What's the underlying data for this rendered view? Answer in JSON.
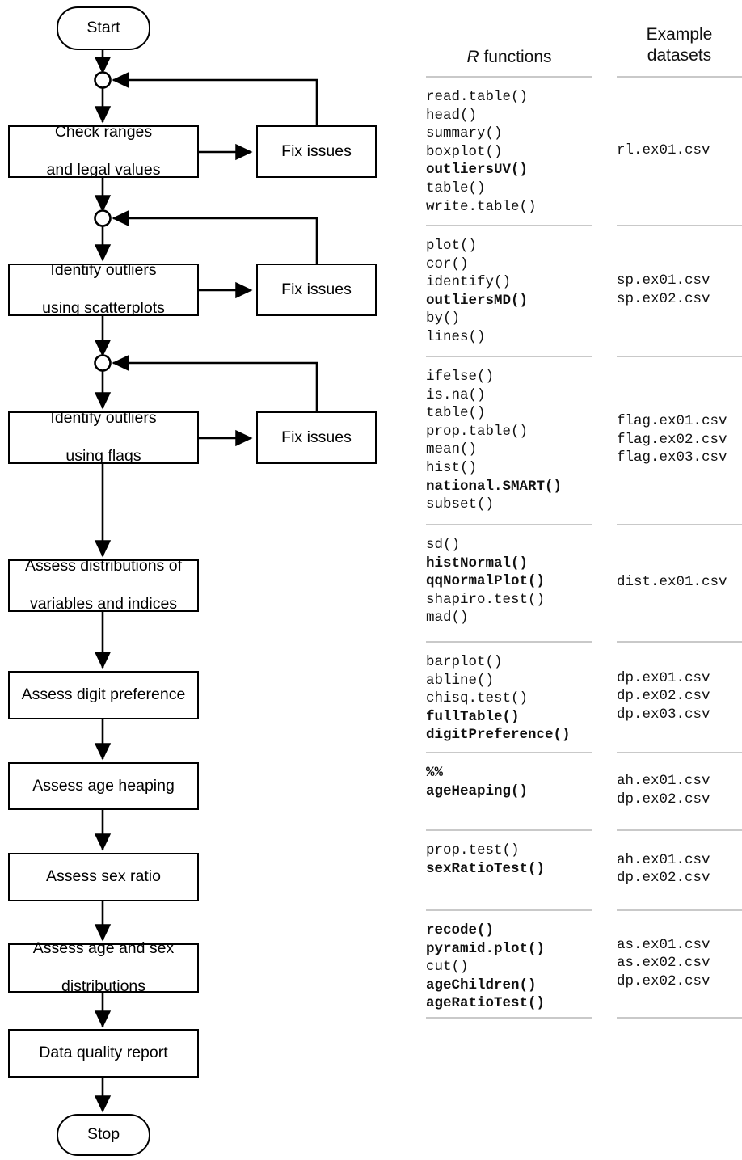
{
  "flowchart": {
    "nodes": [
      {
        "id": "start",
        "label": "Start",
        "shape": "terminator"
      },
      {
        "id": "check-ranges",
        "label": "Check ranges\nand legal values",
        "shape": "process"
      },
      {
        "id": "fix-issues-1",
        "label": "Fix issues",
        "shape": "process"
      },
      {
        "id": "identify-outliers-scatterplots",
        "label": "Identify outliers\nusing scatterplots",
        "shape": "process"
      },
      {
        "id": "fix-issues-2",
        "label": "Fix issues",
        "shape": "process"
      },
      {
        "id": "identify-outliers-flags",
        "label": "Identify outliers\nusing flags",
        "shape": "process"
      },
      {
        "id": "fix-issues-3",
        "label": "Fix issues",
        "shape": "process"
      },
      {
        "id": "assess-distributions",
        "label": "Assess distributions of\nvariables and indices",
        "shape": "process"
      },
      {
        "id": "assess-digit-preference",
        "label": "Assess digit preference",
        "shape": "process"
      },
      {
        "id": "assess-age-heaping",
        "label": "Assess age heaping",
        "shape": "process"
      },
      {
        "id": "assess-sex-ratio",
        "label": "Assess sex ratio",
        "shape": "process"
      },
      {
        "id": "assess-age-sex-distributions",
        "label": "Assess age and sex\ndistributions",
        "shape": "process"
      },
      {
        "id": "data-quality-report",
        "label": "Data quality report",
        "shape": "process"
      },
      {
        "id": "stop",
        "label": "Stop",
        "shape": "terminator"
      }
    ],
    "labels": {
      "start": "Start",
      "check_ranges_line1": "Check ranges",
      "check_ranges_line2": "and legal values",
      "fix_issues_1": "Fix issues",
      "outliers_scatter_line1": "Identify outliers",
      "outliers_scatter_line2": "using scatterplots",
      "fix_issues_2": "Fix issues",
      "outliers_flags_line1": "Identify outliers",
      "outliers_flags_line2": "using flags",
      "fix_issues_3": "Fix issues",
      "assess_distributions_line1": "Assess distributions of",
      "assess_distributions_line2": "variables and indices",
      "assess_digit_preference": "Assess digit preference",
      "assess_age_heaping": "Assess age heaping",
      "assess_sex_ratio": "Assess sex ratio",
      "assess_age_sex_line1": "Assess age and sex",
      "assess_age_sex_line2": "distributions",
      "data_quality_report": "Data quality report",
      "stop": "Stop"
    }
  },
  "table": {
    "headers": {
      "functions_italic": "R",
      "functions_rest": " functions",
      "datasets_line1": "Example",
      "datasets_line2": "datasets"
    },
    "rows": [
      {
        "functions": [
          {
            "text": "read.table()",
            "bold": false
          },
          {
            "text": "head()",
            "bold": false
          },
          {
            "text": "summary()",
            "bold": false
          },
          {
            "text": "boxplot()",
            "bold": false
          },
          {
            "text": "outliersUV()",
            "bold": true
          },
          {
            "text": "table()",
            "bold": false
          },
          {
            "text": "write.table()",
            "bold": false
          }
        ],
        "datasets": [
          "rl.ex01.csv"
        ]
      },
      {
        "functions": [
          {
            "text": "plot()",
            "bold": false
          },
          {
            "text": "cor()",
            "bold": false
          },
          {
            "text": "identify()",
            "bold": false
          },
          {
            "text": "outliersMD()",
            "bold": true
          },
          {
            "text": "by()",
            "bold": false
          },
          {
            "text": "lines()",
            "bold": false
          }
        ],
        "datasets": [
          "sp.ex01.csv",
          "sp.ex02.csv"
        ]
      },
      {
        "functions": [
          {
            "text": "ifelse()",
            "bold": false
          },
          {
            "text": "is.na()",
            "bold": false
          },
          {
            "text": "table()",
            "bold": false
          },
          {
            "text": "prop.table()",
            "bold": false
          },
          {
            "text": "mean()",
            "bold": false
          },
          {
            "text": "hist()",
            "bold": false
          },
          {
            "text": "national.SMART()",
            "bold": true
          },
          {
            "text": "subset()",
            "bold": false
          }
        ],
        "datasets": [
          "flag.ex01.csv",
          "flag.ex02.csv",
          "flag.ex03.csv"
        ]
      },
      {
        "functions": [
          {
            "text": "sd()",
            "bold": false
          },
          {
            "text": "histNormal()",
            "bold": true
          },
          {
            "text": "qqNormalPlot()",
            "bold": true
          },
          {
            "text": "shapiro.test()",
            "bold": false
          },
          {
            "text": "mad()",
            "bold": false
          }
        ],
        "datasets": [
          "dist.ex01.csv"
        ]
      },
      {
        "functions": [
          {
            "text": "barplot()",
            "bold": false
          },
          {
            "text": "abline()",
            "bold": false
          },
          {
            "text": "chisq.test()",
            "bold": false
          },
          {
            "text": "fullTable()",
            "bold": true
          },
          {
            "text": "digitPreference()",
            "bold": true
          }
        ],
        "datasets": [
          "dp.ex01.csv",
          "dp.ex02.csv",
          "dp.ex03.csv"
        ]
      },
      {
        "functions": [
          {
            "text": "%%",
            "bold": true
          },
          {
            "text": "ageHeaping()",
            "bold": true
          }
        ],
        "datasets": [
          "ah.ex01.csv",
          "dp.ex02.csv"
        ]
      },
      {
        "functions": [
          {
            "text": "prop.test()",
            "bold": false
          },
          {
            "text": "sexRatioTest()",
            "bold": true
          }
        ],
        "datasets": [
          "ah.ex01.csv",
          "dp.ex02.csv"
        ]
      },
      {
        "functions": [
          {
            "text": "recode()",
            "bold": true
          },
          {
            "text": "pyramid.plot()",
            "bold": true
          },
          {
            "text": "cut()",
            "bold": false
          },
          {
            "text": "ageChildren()",
            "bold": true
          },
          {
            "text": "ageRatioTest()",
            "bold": true
          }
        ],
        "datasets": [
          "as.ex01.csv",
          "as.ex02.csv",
          "dp.ex02.csv"
        ]
      }
    ]
  },
  "colors": {
    "stroke": "#000000",
    "rule": "#c9c9c9",
    "background": "#ffffff"
  }
}
